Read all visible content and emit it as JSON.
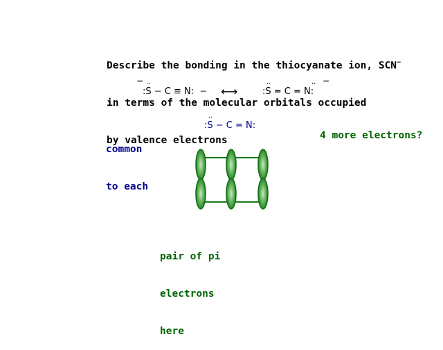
{
  "question": {
    "line1": "Describe the bonding in the thiocyanate ion, SCN",
    "line1_charge": "−",
    "line2": "in terms of the molecular orbitals occupied",
    "line3": "by valence electrons"
  },
  "structure_a": {
    "left_charge": "−",
    "lone_pair_top": "..",
    "lone_pair_bottom": "..",
    "formula": ":S − C ≡ N:  −"
  },
  "arrow": "⟷",
  "structure_b": {
    "lone_pair_top_s": "..",
    "lone_pair_top_n": "..",
    "formula": ":S = C = N:",
    "right_charge": "−"
  },
  "common_structure": {
    "lone_pair_top": "..",
    "formula": ":S − C = N:"
  },
  "common_label": {
    "line1": "common",
    "line2": "to each"
  },
  "more_electrons_label": "4 more electrons?",
  "pi_label": {
    "line1": "pair of pi",
    "line2": "electrons",
    "line3": "here"
  },
  "colors": {
    "blue_text": "#00008b",
    "green_text": "#006400",
    "orbital_fill": "#3c9a3c",
    "orbital_stroke": "#0b6e0b",
    "bond_line": "#1a7a1a"
  }
}
